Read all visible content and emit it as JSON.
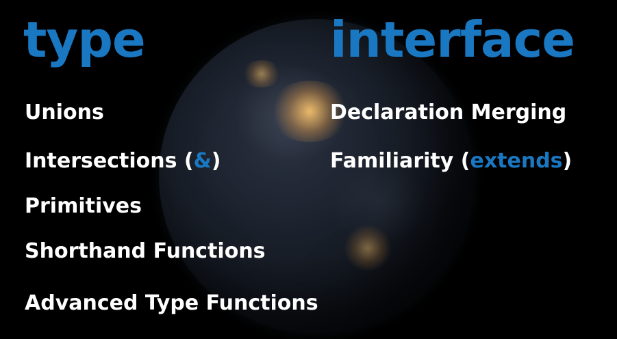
{
  "colors": {
    "background": "#000000",
    "accent": "#1a78c2",
    "text": "#ffffff"
  },
  "left": {
    "heading": "type",
    "items": [
      {
        "text": "Unions"
      },
      {
        "before": "Intersections (",
        "accent": "&",
        "after": ")"
      },
      {
        "text": "Primitives"
      },
      {
        "text": "Shorthand Functions"
      },
      {
        "text": "Advanced Type Functions"
      }
    ]
  },
  "right": {
    "heading": "interface",
    "items": [
      {
        "text": "Declaration Merging"
      },
      {
        "before": "Familiarity (",
        "accent": "extends",
        "after": ")"
      }
    ]
  }
}
